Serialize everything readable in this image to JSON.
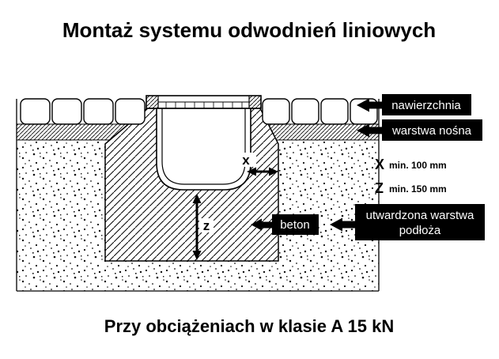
{
  "title": "Montaż systemu odwodnień liniowych",
  "caption": "Przy obciążeniach w klasie A 15 kN",
  "callouts": {
    "nawierzchnia": "nawierzchnia",
    "warstwa_nosna": "warstwa nośna",
    "utwardzona_line1": "utwardzona warstwa",
    "utwardzona_line2": "podłoża",
    "beton": "beton"
  },
  "dimensions": {
    "x_label": "x",
    "z_label": "z",
    "x_symbol": "X",
    "x_min": "min. 100 mm",
    "z_symbol": "Z",
    "z_min": "min. 150 mm"
  },
  "colors": {
    "ink": "#000000",
    "paper": "#ffffff",
    "callout_bg": "#000000",
    "callout_text": "#ffffff"
  }
}
